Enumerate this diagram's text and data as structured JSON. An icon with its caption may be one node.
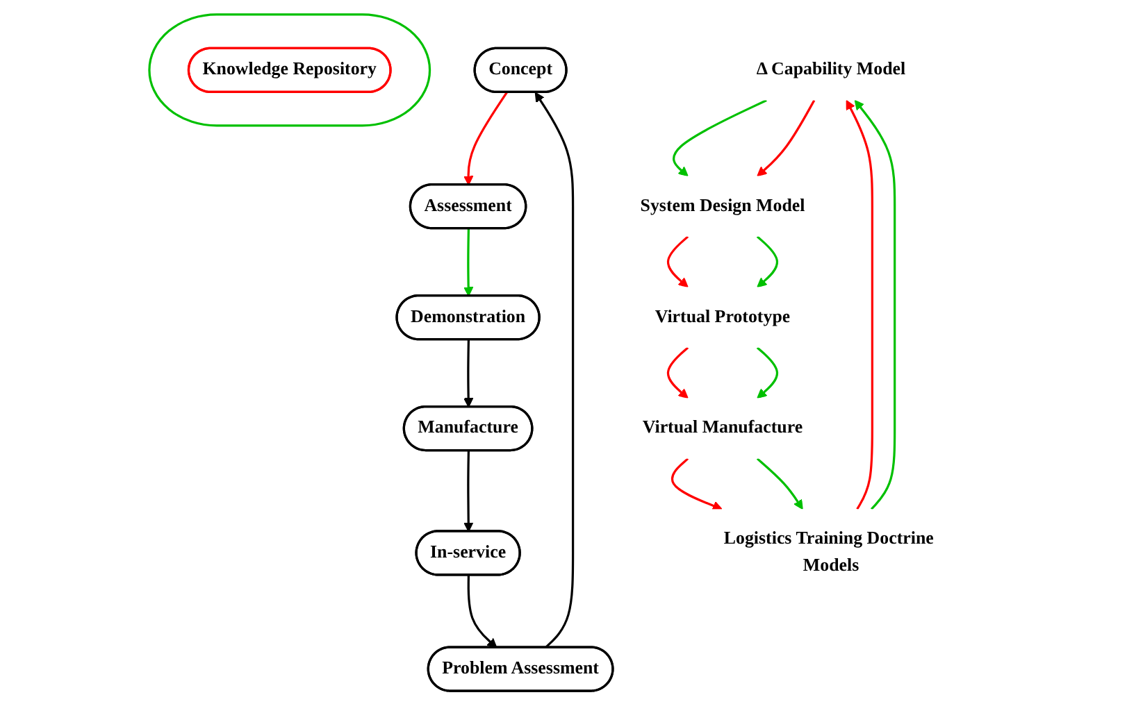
{
  "diagram": {
    "nodes": [
      {
        "text": [
          "Concept"
        ]
      },
      {
        "text": [
          "Problem Assessment"
        ]
      },
      {
        "text": [
          "Assessment"
        ]
      },
      {
        "text": [
          "In-service"
        ]
      },
      {
        "text": [
          "Demonstration"
        ]
      },
      {
        "text": [
          "Manufacture"
        ]
      },
      {
        "text": [
          "Δ Capability Model"
        ]
      },
      {
        "text": [
          "System Design Model"
        ]
      },
      {
        "text": [
          "Logistics Training Doctrine Models"
        ]
      },
      {
        "text": [],
        "shape": "ellipse"
      },
      {
        "text": [
          "Knowledge Repository"
        ],
        "in": 9
      },
      {
        "text": [
          "Virtual Prototype"
        ]
      },
      {
        "text": [
          "Virtual Manufacture"
        ]
      }
    ],
    "edges": [
      {
        "from": 1,
        "to": 0,
        "arrow": "to",
        "color": "#000000"
      },
      {
        "from": 0,
        "to": 2,
        "arrow": "to",
        "color": "#ff0000"
      },
      {
        "from": 2,
        "to": 4,
        "arrow": "to",
        "color": "#00c000"
      },
      {
        "from": 4,
        "to": 5,
        "arrow": "to",
        "color": "#000000"
      },
      {
        "from": 5,
        "to": 3,
        "arrow": "to",
        "color": "#000000"
      },
      {
        "from": 3,
        "to": 1,
        "arrow": "to",
        "color": "#000000"
      },
      {
        "from": 6,
        "to": 7,
        "arrow": "to",
        "color": "#00c000"
      },
      {
        "from": 6,
        "to": 7,
        "arrow": "to",
        "color": "#ff0000"
      },
      {
        "from": 7,
        "to": 11,
        "arrow": "to",
        "color": "#ff0000"
      },
      {
        "from": 7,
        "to": 11,
        "arrow": "to",
        "color": "#00c000"
      },
      {
        "from": 11,
        "to": 12,
        "arrow": "to",
        "color": "#ff0000"
      },
      {
        "from": 11,
        "to": 12,
        "arrow": "to",
        "color": "#00c000"
      },
      {
        "from": 12,
        "to": 8,
        "arrow": "to",
        "color": "#ff0000"
      },
      {
        "from": 12,
        "to": 8,
        "arrow": "to",
        "color": "#00c000"
      },
      {
        "from": 8,
        "to": 6,
        "arrow": "to",
        "color": "#ff0000"
      },
      {
        "from": 8,
        "to": 6,
        "arrow": "to",
        "color": "#00c000"
      }
    ]
  }
}
